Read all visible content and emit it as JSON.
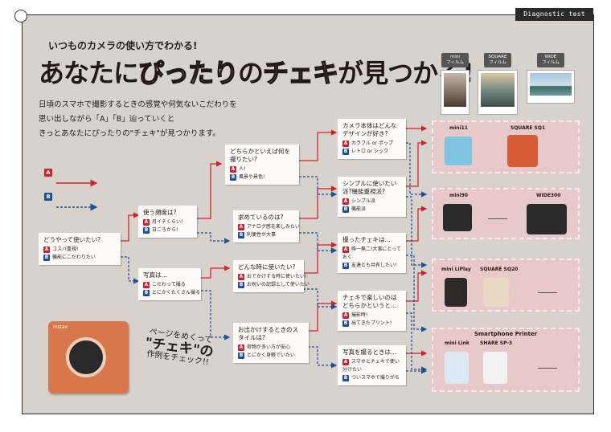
{
  "header_tag": "Diagnostic test",
  "subtitle": "いつものカメラの使い方でわかる!",
  "title": {
    "part1": "あなたに",
    "part2": "ぴったり",
    "part3": "の",
    "part4": "チェキ",
    "part5": "が見つかる!"
  },
  "intro": {
    "line1": "日頃のスマホで撮影するときの感覚や何気ないこだわりを",
    "line2": "思い出しながら「A」「B」辿っていくと",
    "line3": "きっとあなたにぴったりの\"チェキ\"が見つかります。"
  },
  "films": [
    {
      "label": "mini\nフィルム"
    },
    {
      "label": "SQUARE\nフィルム"
    },
    {
      "label": "WIDE\nフィルム"
    }
  ],
  "legend": {
    "a": "A",
    "b": "B"
  },
  "colors": {
    "a": "#d21f2b",
    "b": "#1d4e9c",
    "result_bg": "#e8c9c9",
    "frame_bg": "#d8d2cc"
  },
  "cards": {
    "start": {
      "q": "どうやって使いたい?",
      "a": "コスパ重視!",
      "b": "機能にこだわりたい"
    },
    "c2": {
      "q": "使う頻度は?",
      "a": "月イチくらい!",
      "b": "日ごろから!"
    },
    "c3": {
      "q": "写真は…",
      "a": "こだわって撮る",
      "b": "とにかくたくさん撮る"
    },
    "c4": {
      "q": "どちらかといえば何を撮りたい?",
      "a": "人!",
      "b": "風景や景色!"
    },
    "c5": {
      "q": "求めているのは?",
      "a": "アナログ感を楽しみたい",
      "b": "利便性が大事"
    },
    "c6": {
      "q": "どんな時に使いたい?",
      "a": "おでかけする時に使いたい!",
      "b": "お祝いの記録として使いたい"
    },
    "c7": {
      "q": "お出かけするときのスタイルは?",
      "a": "荷物が多い方が安心",
      "b": "とにかく身軽でいたい"
    },
    "c8": {
      "q": "カメラ本体はどんなデザインが好き?",
      "a": "カラフル or ポップ",
      "b": "レトロ or シック"
    },
    "c9": {
      "q": "シンプルに使いたい派?機能重視派?",
      "a": "シンプル派",
      "b": "機能派"
    },
    "c10": {
      "q": "撮ったチェキは…",
      "a": "唯一無二!大事にとっておく",
      "b": "友達とも共有したい!"
    },
    "c11": {
      "q": "チェキで楽しいのはどちらかというと…",
      "a": "撮影時!",
      "b": "出てきたプリント!"
    },
    "c12": {
      "q": "写真を撮るときは…",
      "a": "スマホとチェキで使い分けたい",
      "b": "ついスマホで撮りがち"
    }
  },
  "results": {
    "r1": {
      "left": "mini11",
      "right": "SQUARE SQ1"
    },
    "r2": {
      "left": "mini90",
      "right": "WIDE300"
    },
    "r3": {
      "left": "mini LiPlay",
      "right": "SQUARE SQ20"
    },
    "r4": {
      "title": "Smartphone Printer",
      "left": "mini Link",
      "right": "SHARE SP-3"
    }
  },
  "promo": {
    "line1": "ページをめくって",
    "line2": "\"チェキ\"の",
    "line3": "作例をチェック!!"
  },
  "camera_brand": "instax"
}
